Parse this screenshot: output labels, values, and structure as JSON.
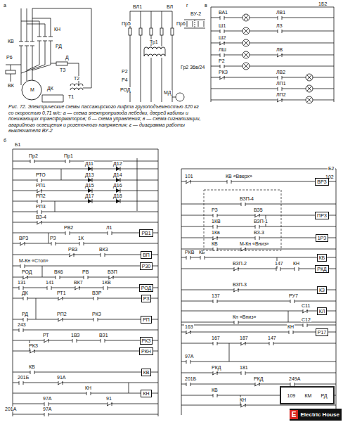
{
  "diagram": {
    "caption": "Рис. 72. Электрические схемы пассажирского лифта грузоподъемностью 320 кг со скоростью 0,71 м/с: а — схема электропривода лебедки, дверей кабины и понижающих трансформаторов; б — схема управления; в — схема сигнализации, аварийного освещения и розеточного напряжения; г — диаграмма работы выключателя ВУ-2",
    "nodes": [
      {
        "text": [
          "РВ1"
        ]
      },
      {
        "text": [
          "ВП"
        ]
      },
      {
        "text": [
          "Р30"
        ]
      },
      {
        "text": [
          "РОД"
        ]
      },
      {
        "text": [
          "РЗ"
        ]
      },
      {
        "text": [
          "РП"
        ]
      },
      {
        "text": [
          "РКЗ"
        ]
      },
      {
        "text": [
          "РКН"
        ]
      },
      {
        "text": [
          "КВ"
        ]
      },
      {
        "text": [
          "КН"
        ]
      },
      {
        "text": [
          "ВРЗ"
        ]
      },
      {
        "text": [
          "ПРЗ"
        ]
      },
      {
        "text": [
          "1РЗ"
        ]
      },
      {
        "text": [
          "КБ"
        ]
      },
      {
        "text": [
          "РКД"
        ]
      },
      {
        "text": [
          "КЗ"
        ]
      },
      {
        "text": [
          "КЛ"
        ]
      },
      {
        "text": [
          "Р17"
        ]
      },
      {
        "text": [
          "109",
          "КМ",
          "РД"
        ]
      },
      {
        "text": [
          "Electric House"
        ]
      },
      {
        "text": [
          "E"
        ],
        "in": 19
      }
    ],
    "labels": [
      "а",
      "КВ",
      "КН",
      "Р6",
      "РД",
      "Д",
      "ТЗ",
      "Т2",
      "Т1",
      "ВК",
      "М",
      "ДК",
      "ВЛ1",
      "ВЛ",
      "Пр5",
      "Пр6",
      "Тр1",
      "Гр2 36в/24",
      "Р2",
      "Р4",
      "РОД",
      "МД",
      "г",
      "ВУ-2",
      "в",
      "ВА1",
      "Ш1",
      "Ш2",
      "ЛШ",
      "Р2",
      "РКЗ",
      "ЛВ1",
      "ЛЗ",
      "ЛВ",
      "ЛВ2",
      "ЛП1",
      "ЛП2",
      "1Б2",
      "б",
      "Б1",
      "Пр2",
      "Пр1",
      "Д11",
      "Д12",
      "Д13",
      "Д14",
      "Д15",
      "Д16",
      "Д17",
      "Д18",
      "РТО",
      "РП1",
      "РП2",
      "РП3",
      "ВЗ-4",
      "РВ2",
      "Л1",
      "ВР3",
      "РЗ",
      "1К",
      "РВ3",
      "ВК3",
      "М-Кн «Стоп»",
      "РОД",
      "ВК6",
      "РВ",
      "ВЗП",
      "131",
      "141",
      "ВК7",
      "1КВ",
      "ДК",
      "РТ1",
      "ВЗР",
      "РД",
      "РП2",
      "РКЗ",
      "243",
      "РТ",
      "1ВЗ",
      "ВЗ1",
      "РКЗ",
      "КВ",
      "201Б",
      "91А",
      "КН",
      "97А",
      "91",
      "201А",
      "97А",
      "101",
      "КВ «Вверх»",
      "Б2",
      "102",
      "ВЗП-4",
      "РЗ",
      "ВЗ5",
      "1КВ",
      "ВЗП-1",
      "1Кв",
      "ВЗ-3",
      "КВ",
      "М-Кн «Вниз»",
      "РКВ",
      "КБ",
      "ВЗП-2",
      "147",
      "КН",
      "ВЗП-3",
      "137",
      "РУ7",
      "С11",
      "Кн «Вниз»",
      "С12",
      "163",
      "КН",
      "167",
      "187",
      "147",
      "97А",
      "РКД",
      "181",
      "201Б",
      "РКД",
      "249А",
      "КВ",
      "КН"
    ]
  }
}
